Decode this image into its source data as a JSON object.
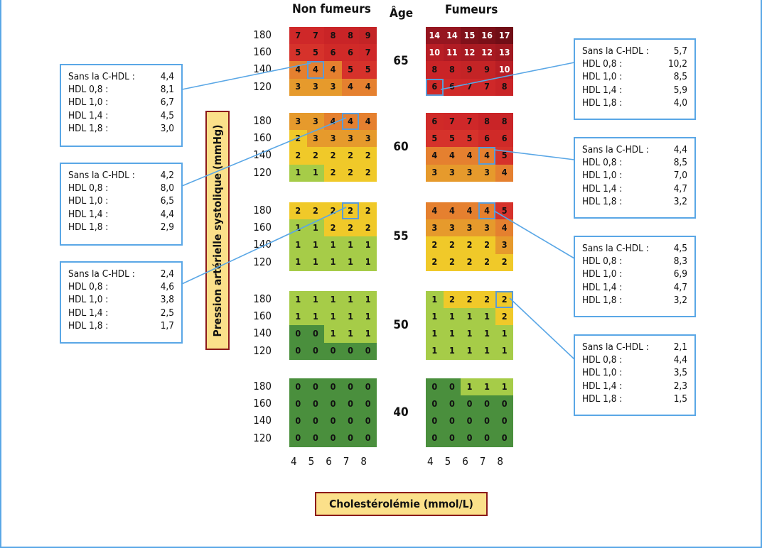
{
  "headers": {
    "non_smokers": "Non fumeurs",
    "age": "Âge",
    "smokers": "Fumeurs"
  },
  "y_axis_label": "Pression artérielle systolique (mmHg)",
  "x_axis_label": "Cholestérolémie (mmol/L)",
  "bp_levels": [
    "180",
    "160",
    "140",
    "120"
  ],
  "chol_levels": [
    "4",
    "5",
    "6",
    "7",
    "8"
  ],
  "color_scale": {
    "0": "#4a8f3d",
    "1": "#a6cc48",
    "2": "#f0c929",
    "3": "#e69a2c",
    "4": "#e5802f",
    "5": "#d6322b",
    "6": "#d02a28",
    "7": "#cf2829",
    "8": "#c92427",
    "9": "#c42426",
    "10": "#b81e25",
    "11": "#b01b24",
    "12": "#a81a22",
    "13": "#a01820",
    "14": "#961620",
    "15": "#80111a",
    "16": "#7a0f18",
    "17": "#700d16"
  },
  "panels": [
    {
      "age": "65",
      "non_smokers": [
        [
          7,
          7,
          8,
          8,
          9
        ],
        [
          5,
          5,
          6,
          6,
          7
        ],
        [
          4,
          4,
          4,
          5,
          5
        ],
        [
          3,
          3,
          3,
          4,
          4
        ]
      ],
      "smokers": [
        [
          14,
          14,
          15,
          16,
          17
        ],
        [
          10,
          11,
          12,
          12,
          13
        ],
        [
          8,
          8,
          9,
          9,
          10
        ],
        [
          6,
          6,
          7,
          7,
          8
        ]
      ]
    },
    {
      "age": "60",
      "non_smokers": [
        [
          3,
          3,
          4,
          4,
          4
        ],
        [
          2,
          3,
          3,
          3,
          3
        ],
        [
          2,
          2,
          2,
          2,
          2
        ],
        [
          1,
          1,
          2,
          2,
          2
        ]
      ],
      "smokers": [
        [
          6,
          7,
          7,
          8,
          8
        ],
        [
          5,
          5,
          5,
          6,
          6
        ],
        [
          4,
          4,
          4,
          4,
          5
        ],
        [
          3,
          3,
          3,
          3,
          4
        ]
      ]
    },
    {
      "age": "55",
      "non_smokers": [
        [
          2,
          2,
          2,
          2,
          2
        ],
        [
          1,
          1,
          2,
          2,
          2
        ],
        [
          1,
          1,
          1,
          1,
          1
        ],
        [
          1,
          1,
          1,
          1,
          1
        ]
      ],
      "smokers": [
        [
          4,
          4,
          4,
          4,
          5
        ],
        [
          3,
          3,
          3,
          3,
          4
        ],
        [
          2,
          2,
          2,
          2,
          3
        ],
        [
          2,
          2,
          2,
          2,
          2
        ]
      ]
    },
    {
      "age": "50",
      "non_smokers": [
        [
          1,
          1,
          1,
          1,
          1
        ],
        [
          1,
          1,
          1,
          1,
          1
        ],
        [
          0,
          0,
          1,
          1,
          1
        ],
        [
          0,
          0,
          0,
          0,
          0
        ]
      ],
      "smokers": [
        [
          1,
          2,
          2,
          2,
          2
        ],
        [
          1,
          1,
          1,
          1,
          2
        ],
        [
          1,
          1,
          1,
          1,
          1
        ],
        [
          1,
          1,
          1,
          1,
          1
        ]
      ]
    },
    {
      "age": "40",
      "non_smokers": [
        [
          0,
          0,
          0,
          0,
          0
        ],
        [
          0,
          0,
          0,
          0,
          0
        ],
        [
          0,
          0,
          0,
          0,
          0
        ],
        [
          0,
          0,
          0,
          0,
          0
        ]
      ],
      "smokers": [
        [
          0,
          0,
          1,
          1,
          1
        ],
        [
          0,
          0,
          0,
          0,
          0
        ],
        [
          0,
          0,
          0,
          0,
          0
        ],
        [
          0,
          0,
          0,
          0,
          0
        ]
      ]
    }
  ],
  "callouts": [
    {
      "rows": [
        [
          "Sans la C-HDL :",
          "4,4"
        ],
        [
          "HDL 0,8 :",
          "8,1"
        ],
        [
          "HDL 1,0 :",
          "6,7"
        ],
        [
          "HDL 1,4 :",
          "4,5"
        ],
        [
          "HDL 1,8 :",
          "3,0"
        ]
      ]
    },
    {
      "rows": [
        [
          "Sans la C-HDL :",
          "4,2"
        ],
        [
          "HDL 0,8 :",
          "8,0"
        ],
        [
          "HDL 1,0 :",
          "6,5"
        ],
        [
          "HDL 1,4 :",
          "4,4"
        ],
        [
          "HDL 1,8 :",
          "2,9"
        ]
      ]
    },
    {
      "rows": [
        [
          "Sans la C-HDL :",
          "2,4"
        ],
        [
          "HDL 0,8 :",
          "4,6"
        ],
        [
          "HDL 1,0 :",
          "3,8"
        ],
        [
          "HDL 1,4 :",
          "2,5"
        ],
        [
          "HDL 1,8 :",
          "1,7"
        ]
      ]
    },
    {
      "rows": [
        [
          "Sans la C-HDL :",
          "5,7"
        ],
        [
          "HDL 0,8 :",
          "10,2"
        ],
        [
          "HDL 1,0 :",
          "8,5"
        ],
        [
          "HDL 1,4 :",
          "5,9"
        ],
        [
          "HDL 1,8 :",
          "4,0"
        ]
      ]
    },
    {
      "rows": [
        [
          "Sans la C-HDL :",
          "4,4"
        ],
        [
          "HDL 0,8 :",
          "8,5"
        ],
        [
          "HDL 1,0 :",
          "7,0"
        ],
        [
          "HDL 1,4 :",
          "4,7"
        ],
        [
          "HDL 1,8 :",
          "3,2"
        ]
      ]
    },
    {
      "rows": [
        [
          "Sans la C-HDL :",
          "4,5"
        ],
        [
          "HDL 0,8 :",
          "8,3"
        ],
        [
          "HDL 1,0 :",
          "6,9"
        ],
        [
          "HDL 1,4 :",
          "4,7"
        ],
        [
          "HDL 1,8 :",
          "3,2"
        ]
      ]
    },
    {
      "rows": [
        [
          "Sans la C-HDL :",
          "2,1"
        ],
        [
          "HDL 0,8 :",
          "4,4"
        ],
        [
          "HDL 1,0 :",
          "3,5"
        ],
        [
          "HDL 1,4 :",
          "2,3"
        ],
        [
          "HDL 1,8 :",
          "1,5"
        ]
      ]
    }
  ]
}
